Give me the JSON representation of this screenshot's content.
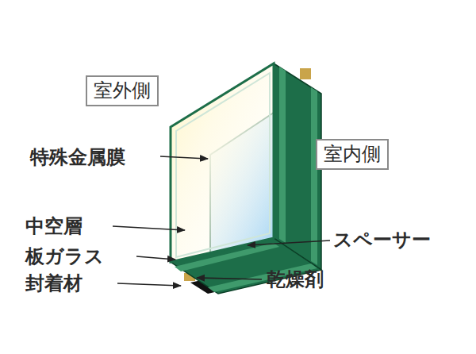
{
  "diagram": {
    "nodes": [
      {
        "text": [
          "室外側"
        ]
      },
      {
        "text": [
          "室内側"
        ]
      }
    ],
    "labels": [
      "特殊金属膜",
      "中空層",
      "板ガラス",
      "封着材",
      "スペーサー",
      "乾燥剤"
    ]
  }
}
